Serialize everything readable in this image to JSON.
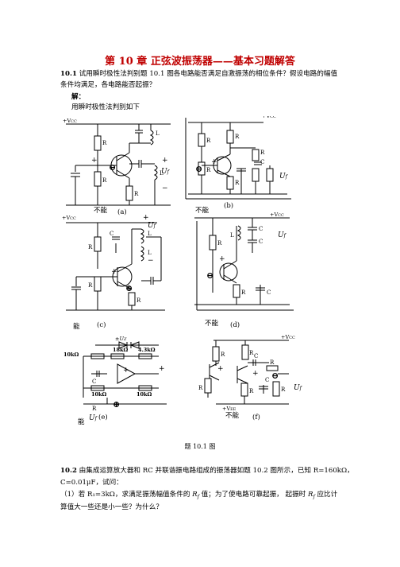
{
  "title": "第 10 章  正弦波振荡器——基本习题解答",
  "q1": {
    "number": "10.1",
    "line1": "试用瞬时极性法判别题 10.1 图各电路能否满足自激振荡的相位条件？假设电路的幅值",
    "line2": "条件均满足，各电路能否起振？",
    "answer_label": "解：",
    "answer_text": "用瞬时极性法判别如下"
  },
  "figures": {
    "a": {
      "tag": "(a)",
      "verdict": "不能"
    },
    "b": {
      "tag": "(b)",
      "verdict": "不能"
    },
    "c": {
      "tag": "(c)",
      "verdict": "能"
    },
    "d": {
      "tag": "(d)",
      "verdict": "不能"
    },
    "e": {
      "tag": "(e)",
      "verdict": "能"
    },
    "f": {
      "tag": "(f)",
      "verdict": "不能"
    },
    "caption": "题 10.1 图",
    "labels": {
      "vcc": "+V",
      "vcc_sub": "CC",
      "vee": "+V",
      "vee_sub": "EE",
      "r1": "R",
      "r2": "R",
      "re": "R",
      "rc": "R",
      "c": "C",
      "l": "L",
      "uf": "U",
      "uf_sub": "f",
      "r10k": "10k Ω",
      "r18k": "18k Ω",
      "r43k": "4.3k Ω",
      "uz": "±U",
      "uz_sub": "Z"
    }
  },
  "q2": {
    "number": "10.2",
    "line1": "由集成运算放大器和 RC 并联谐振电路组成的振荡器如题 10.2 图所示，已知 R=160kΩ，",
    "line2": "C=0.01μF，试问：",
    "sub1": "（1）若 R₁=3kΩ，求满足振荡幅值条件的",
    "sub1_var": "R",
    "sub1_mid": "值；为了使电路可靠起振，  起振时",
    "sub1_end": "应比计",
    "line4": "算值大一些还是小一些？为什么？"
  }
}
